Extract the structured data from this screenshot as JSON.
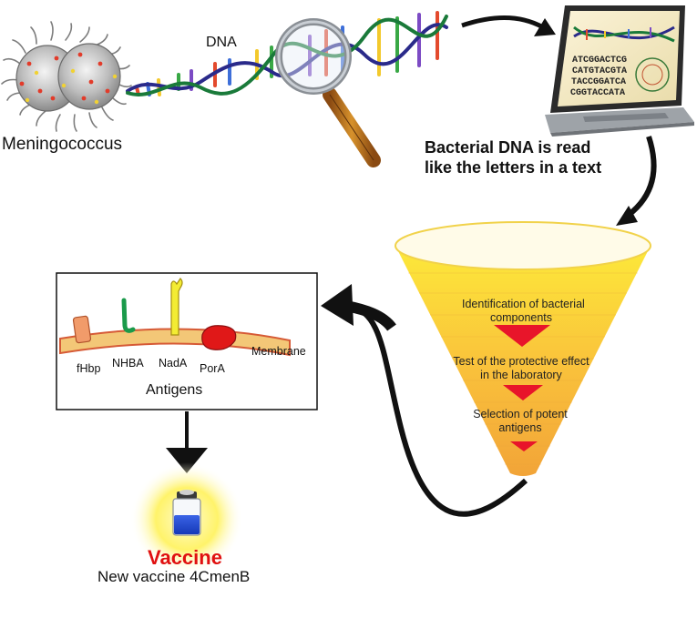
{
  "organism": {
    "label": "Meningococcus"
  },
  "dna": {
    "label": "DNA"
  },
  "laptop": {
    "caption_line1": "Bacterial DNA is read",
    "caption_line2": "like the letters in a text",
    "sequence_rows": [
      "ATCGGACTCG",
      "CATGTACGTA",
      "TACCGGATCA",
      "CGGTACCATA"
    ]
  },
  "funnel": {
    "steps": [
      {
        "line1": "Identification of bacterial",
        "line2": "components"
      },
      {
        "line1": "Test of the protective effect",
        "line2": "in the laboratory"
      },
      {
        "line1": "Selection of potent",
        "line2": "antigens"
      }
    ]
  },
  "antigens_panel": {
    "title": "Antigens",
    "items": [
      "fHbp",
      "NHBA",
      "NadA",
      "PorA"
    ],
    "membrane_label": "Membrane"
  },
  "vaccine": {
    "title": "Vaccine",
    "subtitle": "New vaccine 4CmenB"
  },
  "colors": {
    "funnel_yellow": "#fde93a",
    "funnel_orange": "#f2a438",
    "step_arrow_red": "#e8152a",
    "vaccine_red": "#e01010",
    "membrane_fill": "#f3c777",
    "membrane_edge": "#d65a36"
  }
}
